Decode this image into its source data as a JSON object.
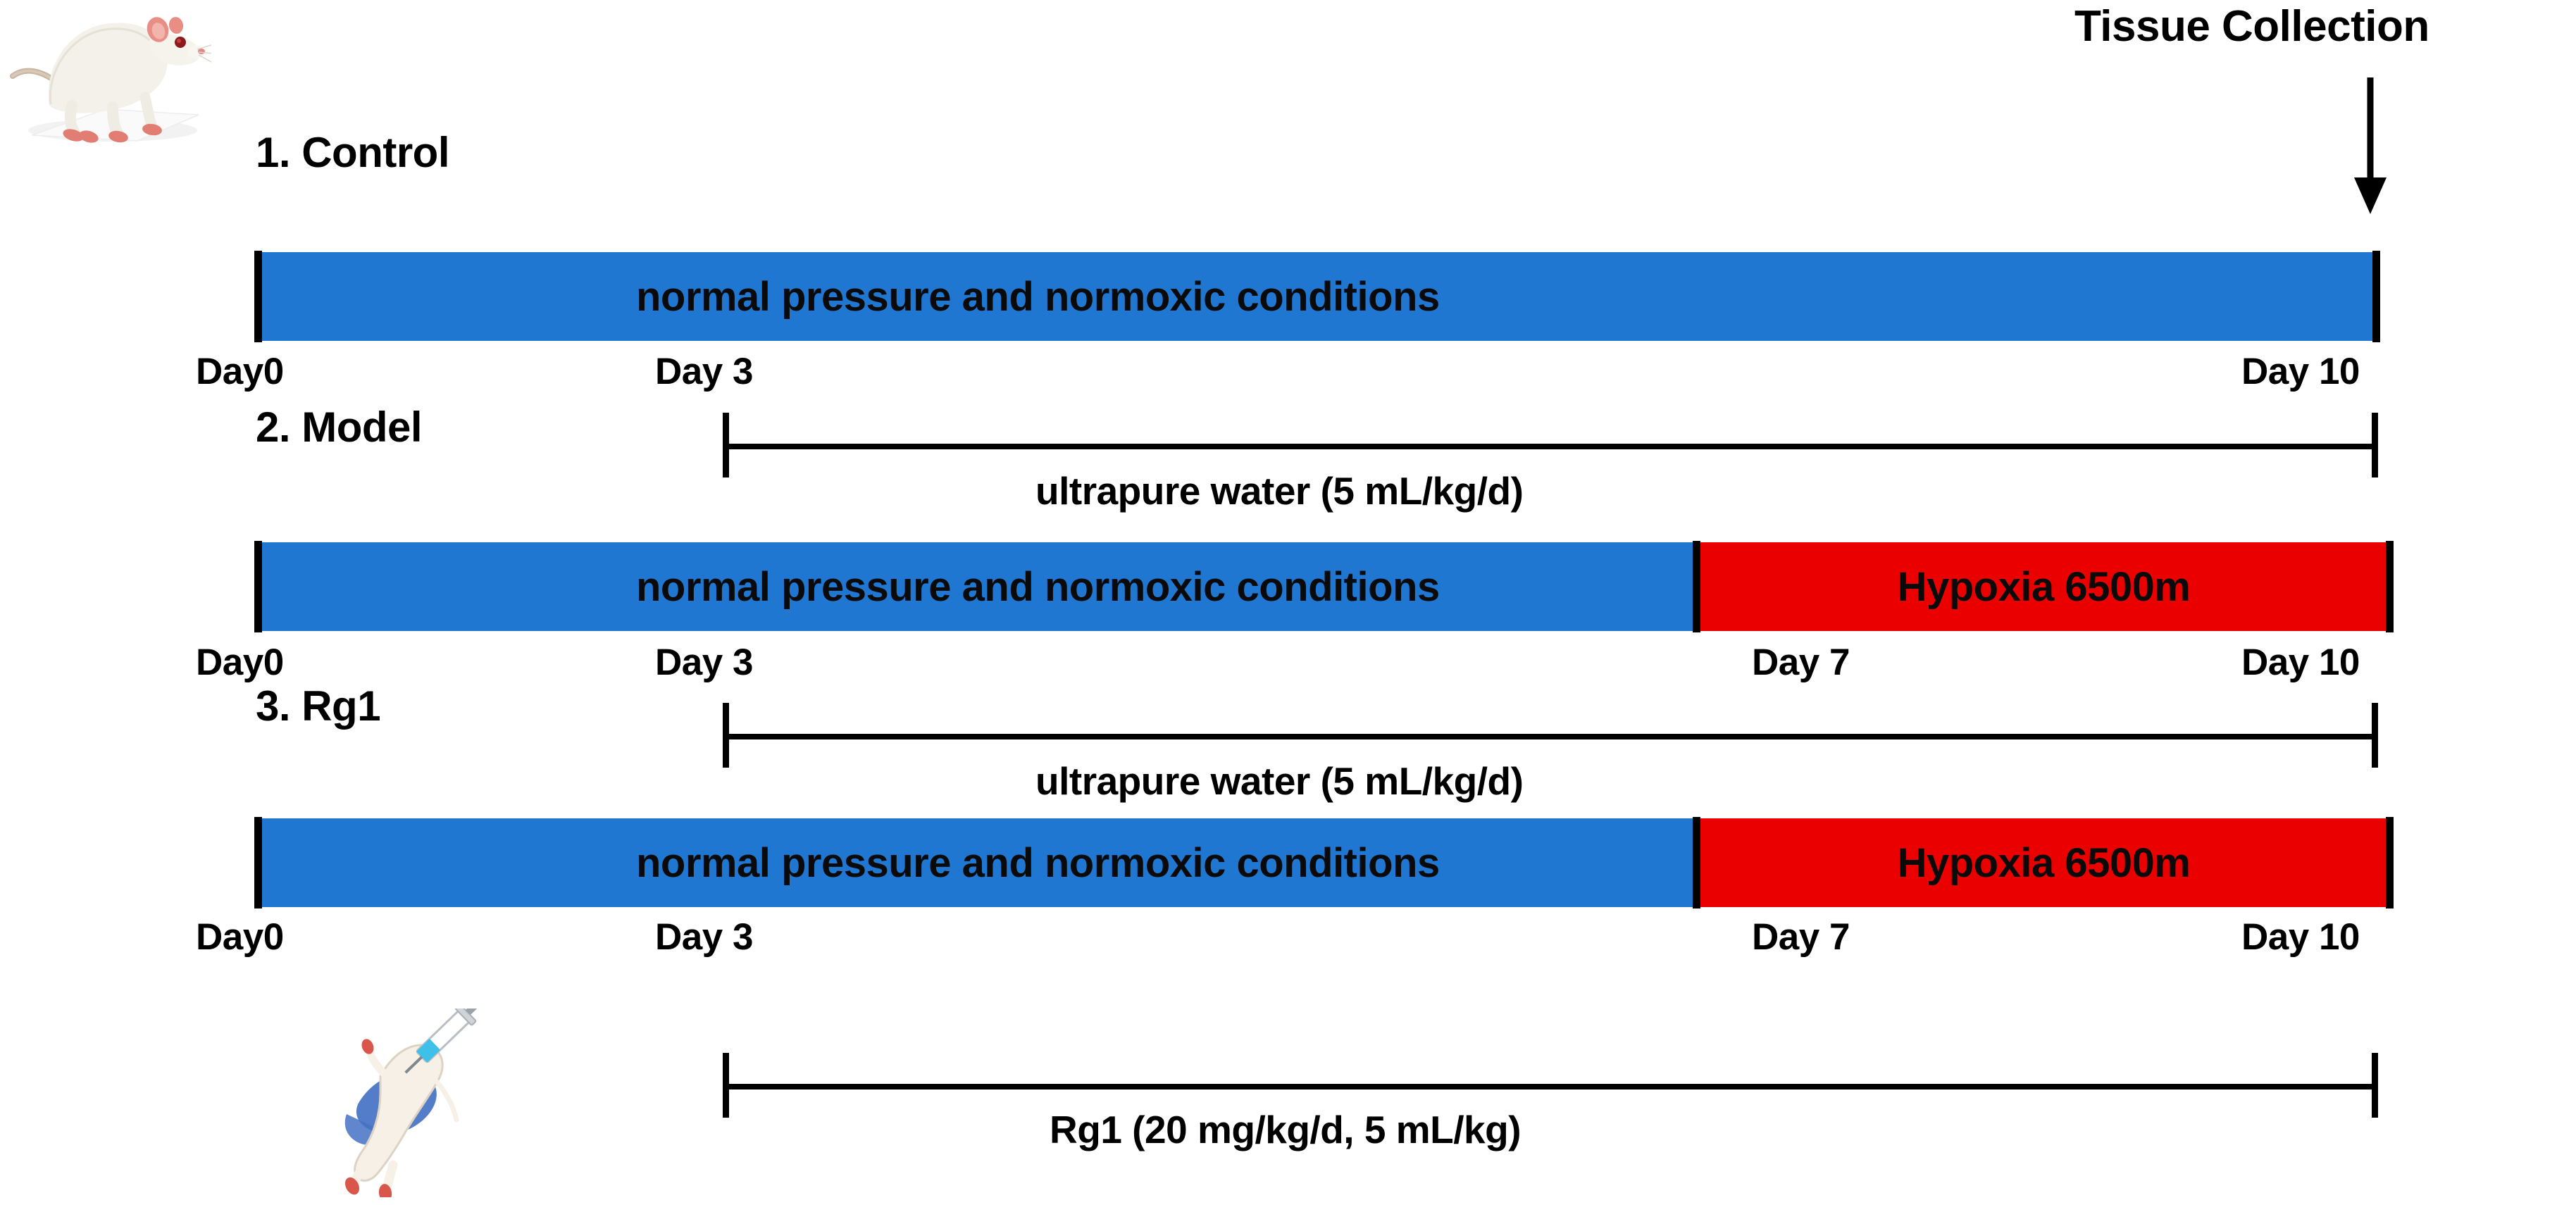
{
  "figure": {
    "type": "experimental-timeline",
    "background": "#ffffff",
    "colors": {
      "normoxia_bar": "#2077D2",
      "hypoxia_bar": "#EB0000",
      "text": "#000000",
      "tick": "#000000"
    }
  },
  "annotation": {
    "tissue_collection": "Tissue Collection",
    "arrow_icon": "down-arrow-icon",
    "points_to_day": "Day 10"
  },
  "illustrations": {
    "rat": "lab-rat-illustration",
    "injection": "rat-oral-gavage-illustration"
  },
  "groups": [
    {
      "index": "1",
      "title": "1. Control",
      "segments": [
        {
          "label": "normal pressure and normoxic conditions",
          "color": "#2077D2",
          "from_day": "Day0",
          "to_day": "Day 10"
        }
      ],
      "day_marks": [
        "Day0",
        "Day 3",
        "Day 10"
      ],
      "treatment": "ultrapure water (5 mL/kg/d)",
      "treatment_from": "Day 3",
      "treatment_to": "Day 10"
    },
    {
      "index": "2",
      "title": "2. Model",
      "segments": [
        {
          "label": "normal pressure and normoxic conditions",
          "color": "#2077D2",
          "from_day": "Day0",
          "to_day": "Day 7"
        },
        {
          "label": "Hypoxia 6500m",
          "color": "#EB0000",
          "from_day": "Day 7",
          "to_day": "Day 10"
        }
      ],
      "day_marks": [
        "Day0",
        "Day 3",
        "Day 7",
        "Day 10"
      ],
      "treatment": "ultrapure water (5 mL/kg/d)",
      "treatment_from": "Day 3",
      "treatment_to": "Day 10"
    },
    {
      "index": "3",
      "title": "3. Rg1",
      "segments": [
        {
          "label": "normal pressure and normoxic conditions",
          "color": "#2077D2",
          "from_day": "Day0",
          "to_day": "Day 7"
        },
        {
          "label": "Hypoxia 6500m",
          "color": "#EB0000",
          "from_day": "Day 7",
          "to_day": "Day 10"
        }
      ],
      "day_marks": [
        "Day0",
        "Day 3",
        "Day 7",
        "Day 10"
      ],
      "treatment": "Rg1 (20 mg/kg/d, 5 mL/kg)",
      "treatment_from": "Day 3",
      "treatment_to": "Day 10"
    }
  ]
}
